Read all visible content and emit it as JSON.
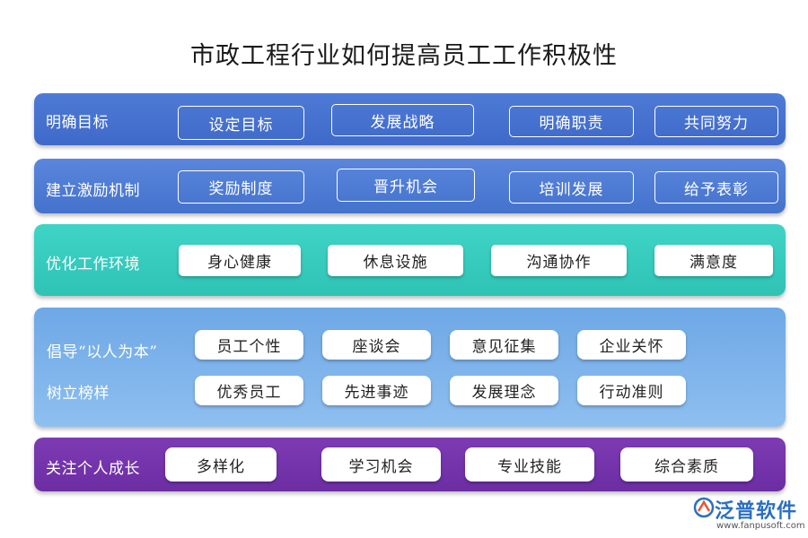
{
  "title": "市政工程行业如何提高员工工作积极性",
  "rows": [
    {
      "label": "明确目标",
      "items": [
        "设定目标",
        "发展战略",
        "明确职责",
        "共同努力"
      ]
    },
    {
      "label": "建立激励机制",
      "items": [
        "奖励制度",
        "晋升机会",
        "培训发展",
        "给予表彰"
      ]
    },
    {
      "label": "优化工作环境",
      "items": [
        "身心健康",
        "休息设施",
        "沟通协作",
        "满意度"
      ]
    },
    {
      "label_top": "倡导“以人为本”",
      "label_bottom": "树立榜样",
      "items_top": [
        "员工个性",
        "座谈会",
        "意见征集",
        "企业关怀"
      ],
      "items_bottom": [
        "优秀员工",
        "先进事迹",
        "发展理念",
        "行动准则"
      ]
    },
    {
      "label": "关注个人成长",
      "items": [
        "多样化",
        "学习机会",
        "专业技能",
        "综合素质"
      ]
    }
  ],
  "logo": {
    "name": "泛普软件",
    "url": "www.fanpusoft.com"
  },
  "colors": {
    "row1": "#4a76d2",
    "row2": "#4f7dd4",
    "row3": "#36ccbe",
    "row4": "#7db3ec",
    "row5": "#7434aa"
  }
}
